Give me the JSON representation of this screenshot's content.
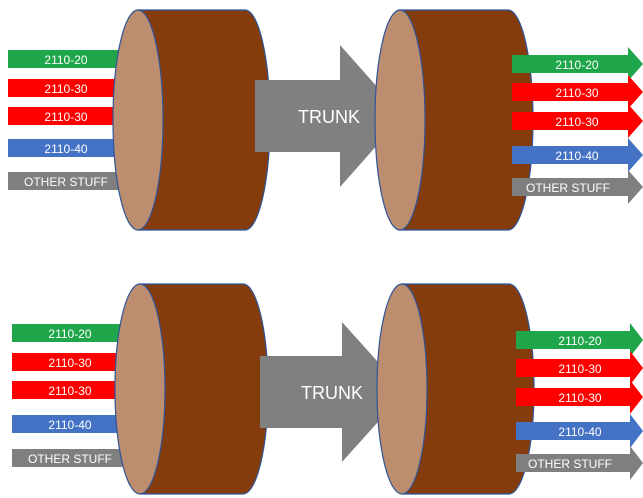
{
  "colors": {
    "green": "#1fa64a",
    "red": "#ff0000",
    "blue": "#4472c4",
    "gray": "#7f7f7f",
    "drum_body": "#843c0c",
    "drum_face": "#bd8d6f",
    "drum_outline": "#2f5597",
    "trunk": "#808080"
  },
  "diagrams": [
    {
      "trunk_label": "TRUNK",
      "input_flows": [
        {
          "label": "2110-20",
          "color": "green"
        },
        {
          "label": "2110-30",
          "color": "red"
        },
        {
          "label": "2110-30",
          "color": "red"
        },
        {
          "label": "2110-40",
          "color": "blue"
        },
        {
          "label": "OTHER STUFF",
          "color": "gray"
        }
      ],
      "output_flows": [
        {
          "label": "2110-20",
          "color": "green"
        },
        {
          "label": "2110-30",
          "color": "red"
        },
        {
          "label": "2110-30",
          "color": "red"
        },
        {
          "label": "2110-40",
          "color": "blue"
        },
        {
          "label": "OTHER STUFF",
          "color": "gray"
        }
      ]
    },
    {
      "trunk_label": "TRUNK",
      "input_flows": [
        {
          "label": "2110-20",
          "color": "green"
        },
        {
          "label": "2110-30",
          "color": "red"
        },
        {
          "label": "2110-30",
          "color": "red"
        },
        {
          "label": "2110-40",
          "color": "blue"
        },
        {
          "label": "OTHER STUFF",
          "color": "gray"
        }
      ],
      "output_flows": [
        {
          "label": "2110-20",
          "color": "green"
        },
        {
          "label": "2110-30",
          "color": "red"
        },
        {
          "label": "2110-30",
          "color": "red"
        },
        {
          "label": "2110-40",
          "color": "blue"
        },
        {
          "label": "OTHER STUFF",
          "color": "gray"
        }
      ]
    }
  ]
}
